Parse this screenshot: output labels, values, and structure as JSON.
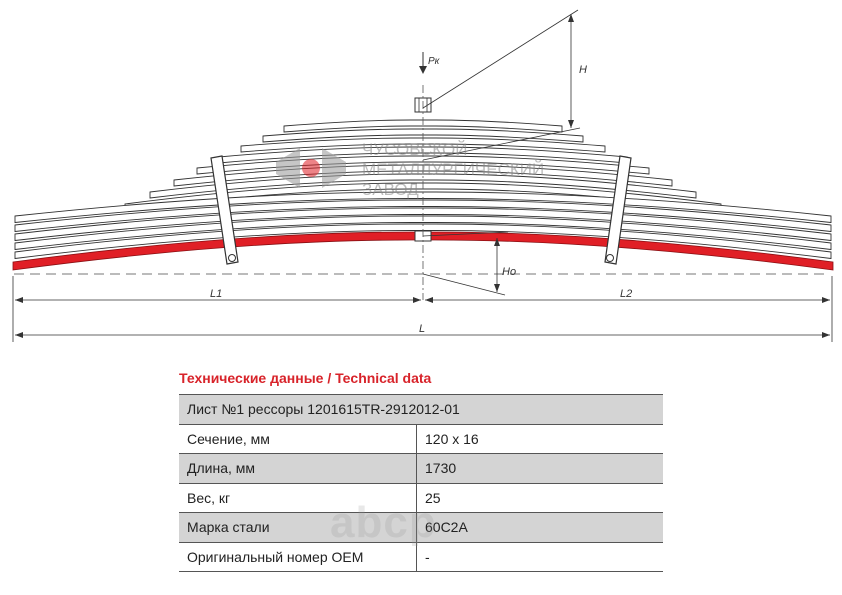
{
  "diagram": {
    "labels": {
      "pk": "Pк",
      "h": "H",
      "h0": "Ho",
      "l1": "L1",
      "l2": "L2",
      "l": "L"
    },
    "watermark": {
      "line1": "ЧУСОВСКОЙ",
      "line2": "МЕТАЛЛУРГИЧЕСКИЙ",
      "line3": "ЗАВОД"
    },
    "colors": {
      "main_leaf": "#e01f26",
      "line": "#333333",
      "watermark": "#aaaaaa"
    }
  },
  "table": {
    "title": "Технические данные / Technical data",
    "header": "Лист №1 рессоры 1201615TR-2912012-01",
    "rows": [
      {
        "label": "Сечение, мм",
        "value": "120 x 16"
      },
      {
        "label": "Длина, мм",
        "value": "1730"
      },
      {
        "label": "Вес, кг",
        "value": "25"
      },
      {
        "label": "Марка стали",
        "value": "60С2А"
      },
      {
        "label": "Оригинальный номер OEM",
        "value": "-"
      }
    ]
  },
  "watermark_bottom": "abcp"
}
